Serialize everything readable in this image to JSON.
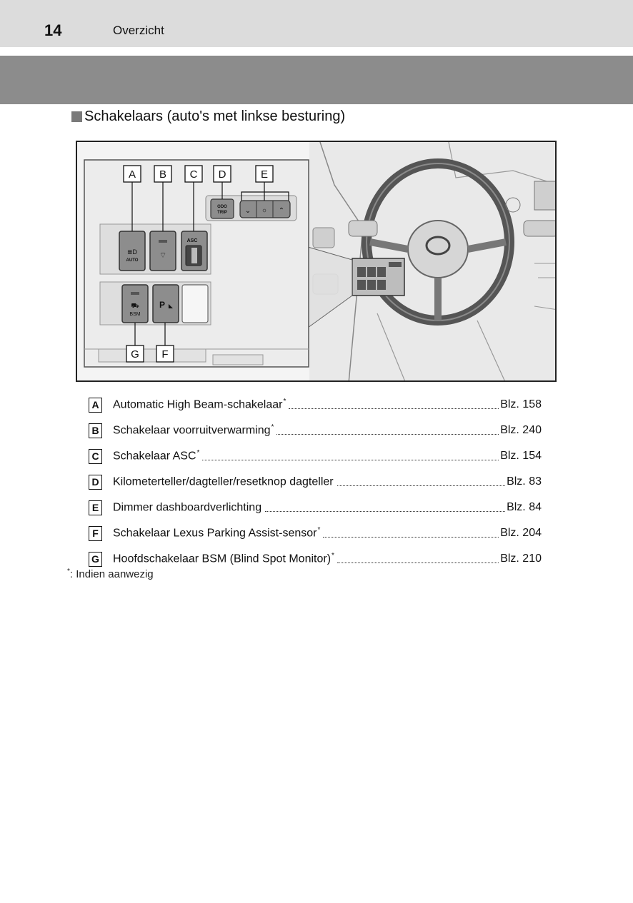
{
  "header": {
    "page_number": "14",
    "chapter_title": "Overzicht"
  },
  "section": {
    "heading": "Schakelaars (auto's met linkse besturing)"
  },
  "figure": {
    "callouts": [
      "A",
      "B",
      "C",
      "D",
      "E",
      "G",
      "F"
    ],
    "button_labels": {
      "auto": "AUTO",
      "asc": "ASC",
      "odo": "ODO",
      "trip": "TRIP",
      "bsm": "BSM",
      "park": "P"
    }
  },
  "items": [
    {
      "letter": "A",
      "label": "Automatic High Beam-schakelaar",
      "asterisk": "*",
      "ref": "Blz. 158"
    },
    {
      "letter": "B",
      "label": "Schakelaar voorruitverwarming",
      "asterisk": "*",
      "ref": "Blz. 240"
    },
    {
      "letter": "C",
      "label": "Schakelaar ASC",
      "asterisk": "*",
      "ref": "Blz. 154"
    },
    {
      "letter": "D",
      "label": "Kilometerteller/dagteller/resetknop dagteller",
      "asterisk": "",
      "ref": "Blz. 83"
    },
    {
      "letter": "E",
      "label": "Dimmer dashboardverlichting",
      "asterisk": "",
      "ref": "Blz. 84"
    },
    {
      "letter": "F",
      "label": "Schakelaar Lexus Parking Assist-sensor",
      "asterisk": "*",
      "ref": "Blz. 204"
    },
    {
      "letter": "G",
      "label": "Hoofdschakelaar BSM (Blind Spot Monitor)",
      "asterisk": "*",
      "ref": "Blz. 210"
    }
  ],
  "footnote": {
    "marker": "*",
    "text": ":  Indien aanwezig"
  }
}
